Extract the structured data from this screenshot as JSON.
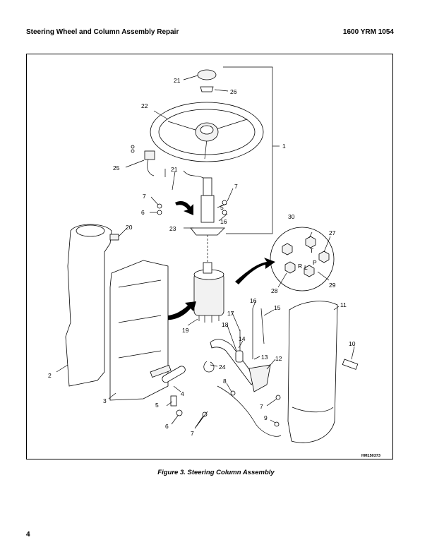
{
  "header": {
    "left": "Steering Wheel and Column Assembly Repair",
    "right": "1600 YRM 1054"
  },
  "figure": {
    "caption": "Figure 3.  Steering Column Assembly",
    "code": "HM150373",
    "callouts": {
      "c1": "1",
      "c2": "2",
      "c3": "3",
      "c4": "4",
      "c5a": "5",
      "c5b": "5",
      "c6a": "6",
      "c6b": "6",
      "c7a": "7",
      "c7b": "7",
      "c7c": "7",
      "c7d": "7",
      "c8": "8",
      "c9": "9",
      "c10": "10",
      "c11": "11",
      "c12": "12",
      "c13": "13",
      "c14": "14",
      "c15": "15",
      "c16a": "16",
      "c16b": "16",
      "c17": "17",
      "c18": "18",
      "c19": "19",
      "c20": "20",
      "c21a": "21",
      "c21b": "21",
      "c22": "22",
      "c23": "23",
      "c24": "24",
      "c25": "25",
      "c26": "26",
      "c27": "27",
      "c28": "28",
      "c29": "29",
      "c30": "30"
    },
    "port_letters": {
      "t": "T",
      "p": "P",
      "l": "L",
      "r": "R"
    }
  },
  "page_number": "4"
}
